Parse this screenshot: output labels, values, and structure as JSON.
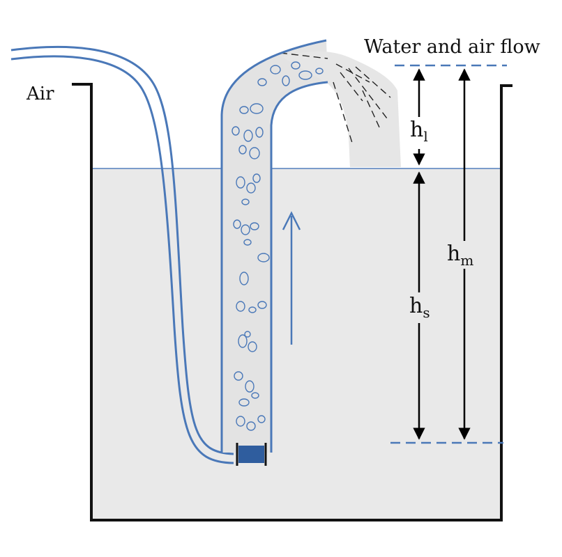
{
  "labels": {
    "air": "Air",
    "water_air_flow": "Water and air flow",
    "h_l": {
      "base": "h",
      "sub": "l"
    },
    "h_m": {
      "base": "h",
      "sub": "m"
    },
    "h_s": {
      "base": "h",
      "sub": "s"
    }
  },
  "colors": {
    "pipe": "#4a78b8",
    "water_surface": "#6a8fc4",
    "water_fill": "#e9e9e9",
    "tank": "#111111",
    "marker": "#2f5d9e",
    "dimension": "#000000",
    "dashed_reference": "#4a78b8"
  }
}
